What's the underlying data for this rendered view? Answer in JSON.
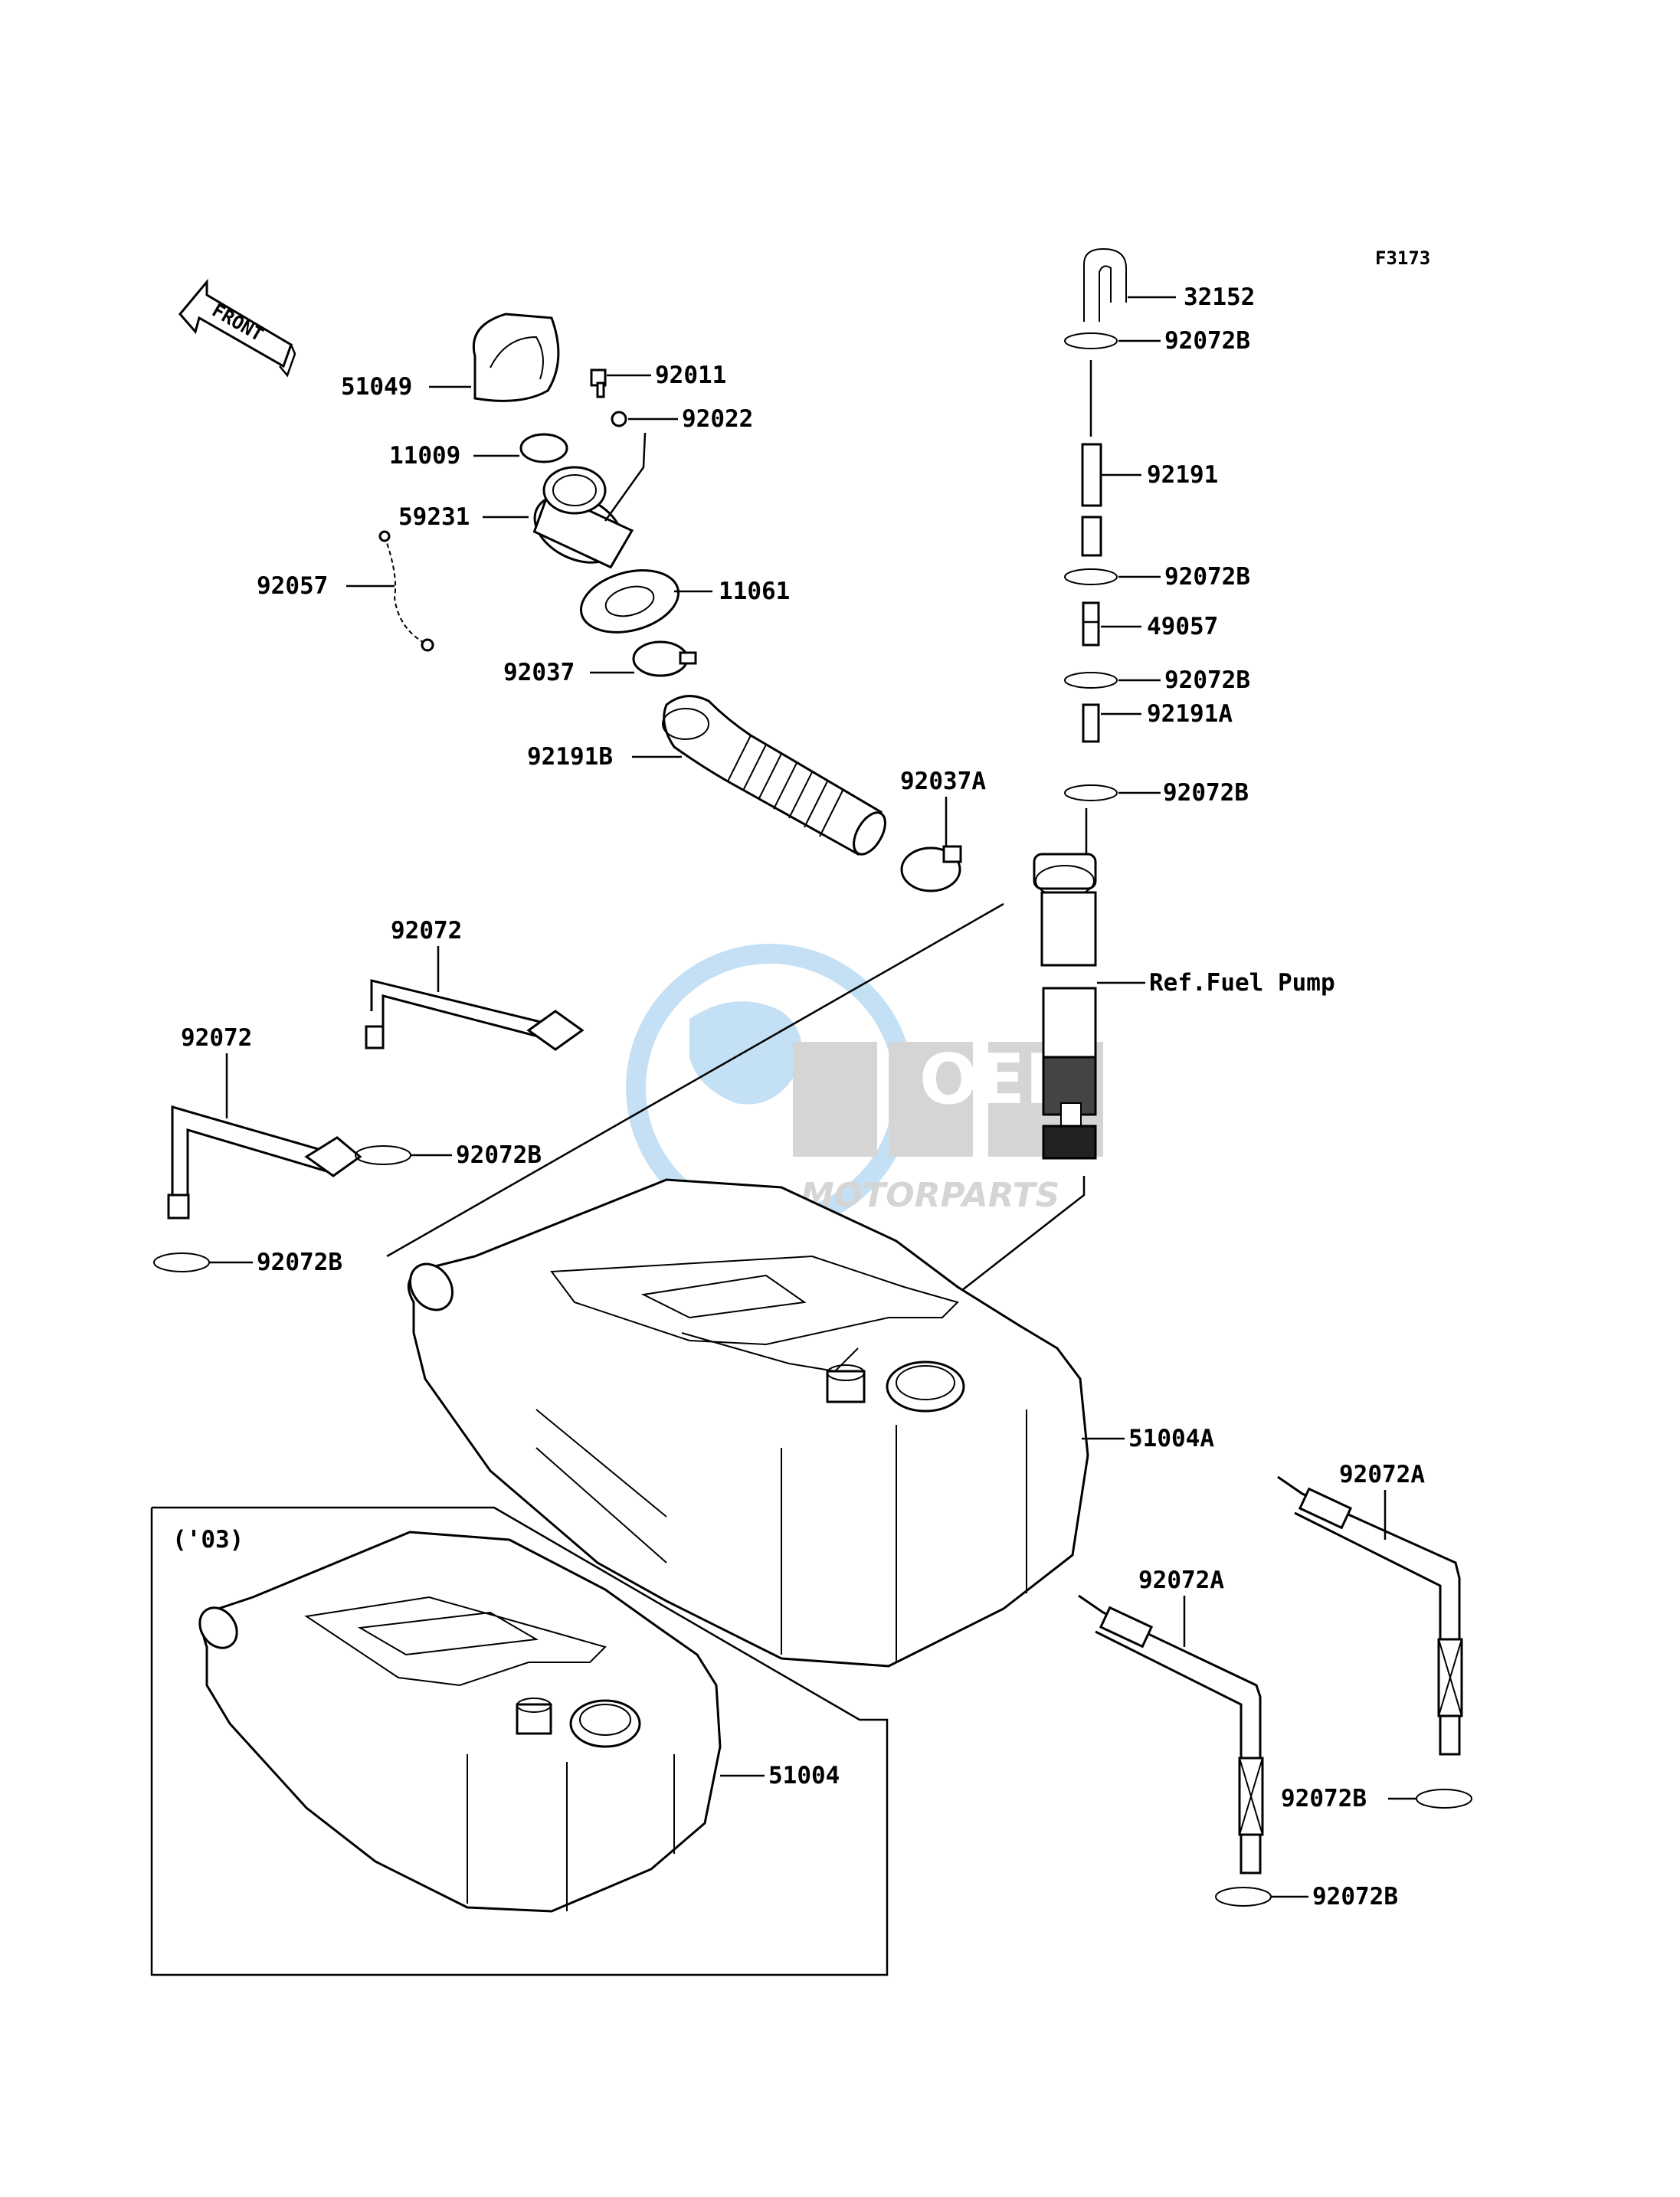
{
  "figure_code": "F3173",
  "front_label": "FRONT",
  "year_box_label": "('03)",
  "watermark": {
    "logo": "OEM",
    "sub": "MOTORPARTS"
  },
  "parts": {
    "p32152": "32152",
    "p92072B_1": "92072B",
    "p92191": "92191",
    "p92072B_2": "92072B",
    "p49057": "49057",
    "p92072B_3": "92072B",
    "p92191A": "92191A",
    "p92072B_4": "92072B",
    "ref_fuel_pump": "Ref.Fuel Pump",
    "p51049": "51049",
    "p92011": "92011",
    "p92022": "92022",
    "p11009": "11009",
    "p59231": "59231",
    "p92057": "92057",
    "p11061": "11061",
    "p92037": "92037",
    "p92191B": "92191B",
    "p92037A": "92037A",
    "p92072_top": "92072",
    "p92072_left": "92072",
    "p92072B_5": "92072B",
    "p92072B_6": "92072B",
    "p51004A": "51004A",
    "p92072A_right": "92072A",
    "p92072A_mid": "92072A",
    "p92072B_7": "92072B",
    "p92072B_8": "92072B",
    "p51004": "51004"
  },
  "colors": {
    "line": "#000000",
    "watermark_blue": "#5aa7e0",
    "watermark_grey": "#8a8a8a"
  }
}
